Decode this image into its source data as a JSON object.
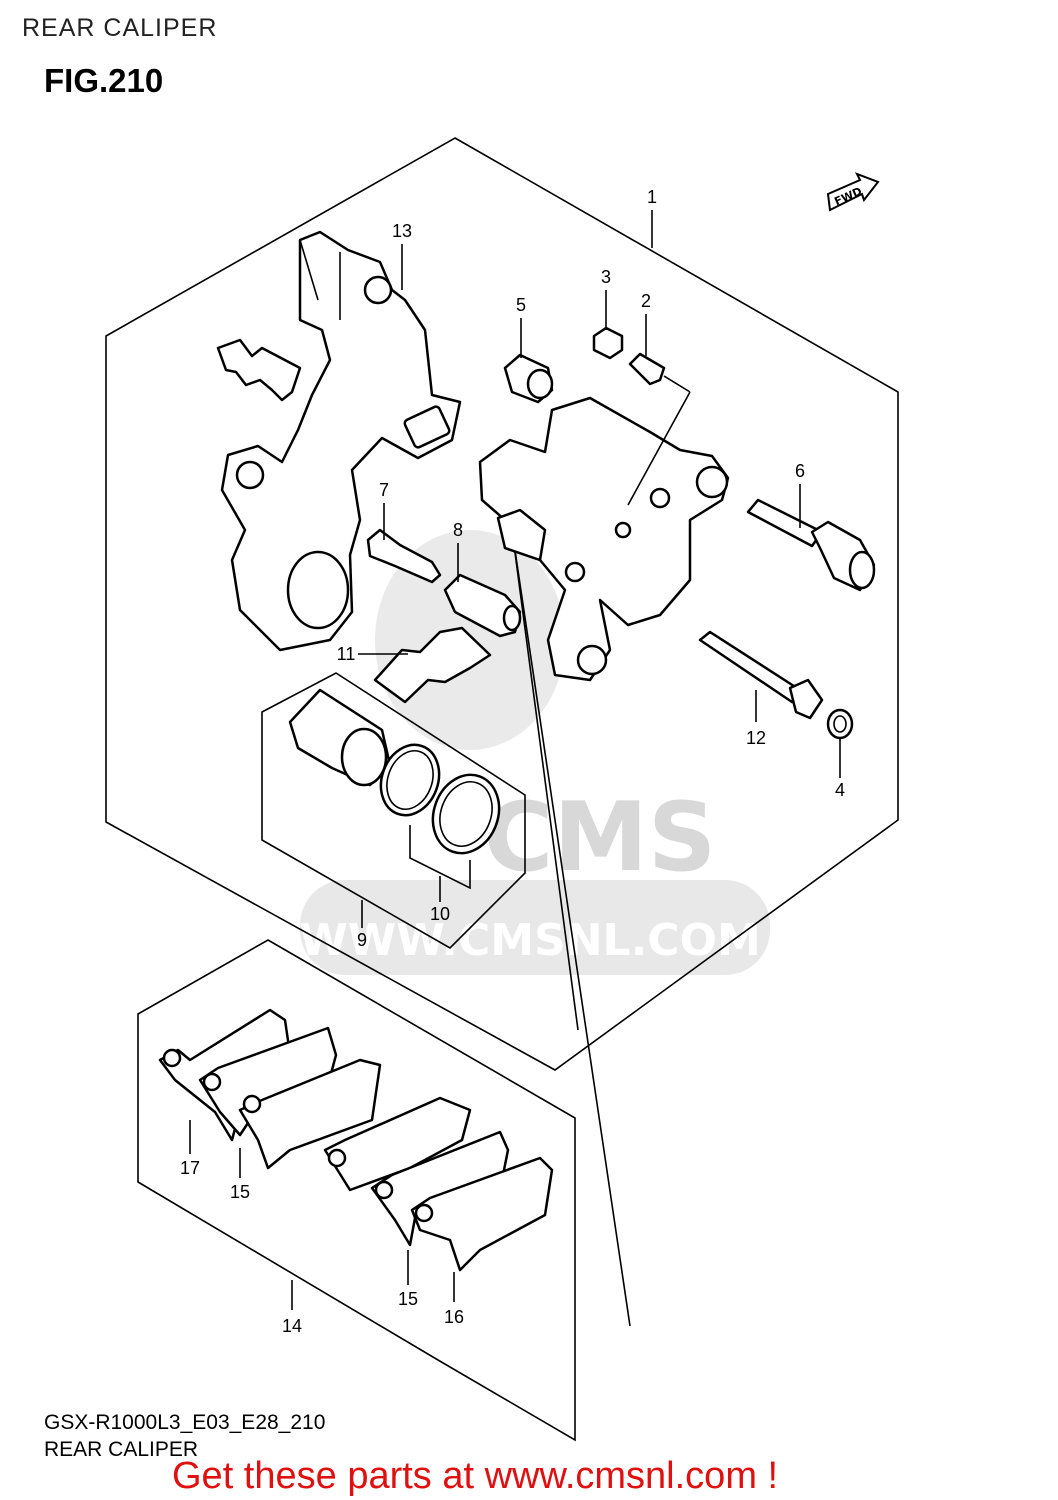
{
  "header": {
    "title": "REAR CALIPER",
    "figure": "FIG.210"
  },
  "diagram": {
    "fwd_label": "FWD",
    "watermark": {
      "brand": "CMS",
      "url": "WWW.CMSNL.COM"
    },
    "callouts": [
      "1",
      "2",
      "3",
      "4",
      "5",
      "6",
      "7",
      "8",
      "9",
      "10",
      "11",
      "12",
      "13",
      "14",
      "15",
      "15",
      "16",
      "17"
    ]
  },
  "footer": {
    "model_code": "GSX-R1000L3_E03_E28_210",
    "section": "REAR CALIPER",
    "promo": "Get these parts at www.cmsnl.com !"
  },
  "colors": {
    "promo": "#e01010",
    "line": "#000000",
    "watermark": "#d9d9d9"
  }
}
